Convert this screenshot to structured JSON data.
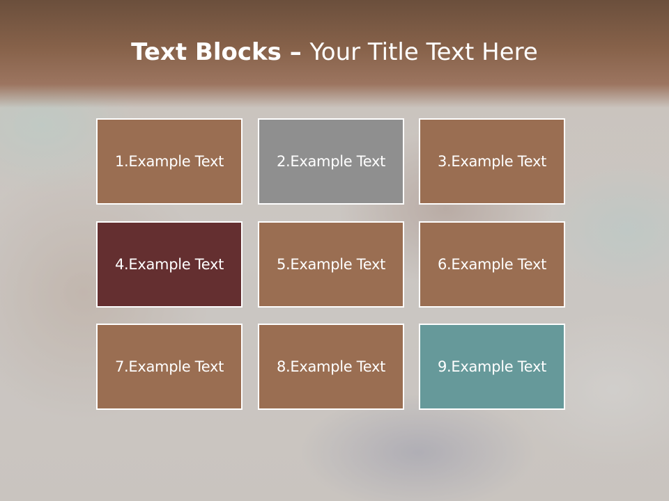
{
  "slide": {
    "title_bold": "Text Blocks",
    "title_separator": " – ",
    "title_rest": "Your Title Text Here"
  },
  "blocks": [
    {
      "label": "1.Example Text",
      "color": "#9a6e52"
    },
    {
      "label": "2.Example Text",
      "color": "#8f8f8f"
    },
    {
      "label": "3.Example Text",
      "color": "#9a6e52"
    },
    {
      "label": "4.Example Text",
      "color": "#642f30"
    },
    {
      "label": "5.Example Text",
      "color": "#9a6e52"
    },
    {
      "label": "6.Example Text",
      "color": "#9a6e52"
    },
    {
      "label": "7.Example Text",
      "color": "#9a6e52"
    },
    {
      "label": "8.Example Text",
      "color": "#9a6e52"
    },
    {
      "label": "9.Example Text",
      "color": "#66999a"
    }
  ]
}
